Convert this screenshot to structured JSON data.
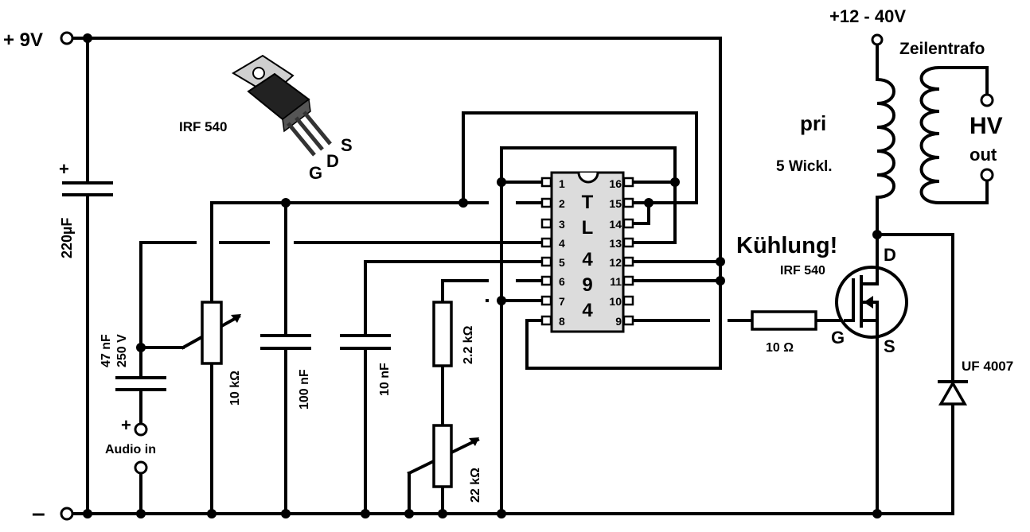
{
  "labels": {
    "plus_9v": "+ 9V",
    "minus": "–",
    "cap_220_plus": "+",
    "cap_220": "220µF",
    "ic_transistor": "IRF 540",
    "pin_g": "G",
    "pin_d": "D",
    "pin_s": "S",
    "cap_47_a": "47 nF",
    "cap_47_b": "250 V",
    "pot_10k": "10 kΩ",
    "cap_100n": "100 nF",
    "cap_10n": "10 nF",
    "res_2k2": "2.2 kΩ",
    "pot_22k": "22 kΩ",
    "audio_plus": "+",
    "audio_in": "Audio in",
    "ic_name": [
      "T",
      "L",
      "4",
      "9",
      "4"
    ],
    "pins_left": [
      "1",
      "2",
      "3",
      "4",
      "5",
      "6",
      "7",
      "8"
    ],
    "pins_right": [
      "16",
      "15",
      "14",
      "13",
      "12",
      "11",
      "10",
      "9"
    ],
    "supply_hv": "+12 - 40V",
    "trafo": "Zeilentrafo",
    "pri": "pri",
    "windings": "5 Wickl.",
    "hv": "HV",
    "out": "out",
    "cooling": "Kühlung!",
    "mosfet_d": "D",
    "mosfet_type": "IRF 540",
    "gate_res": "10 Ω",
    "mosfet_g": "G",
    "mosfet_s": "S",
    "diode": "UF 4007"
  }
}
